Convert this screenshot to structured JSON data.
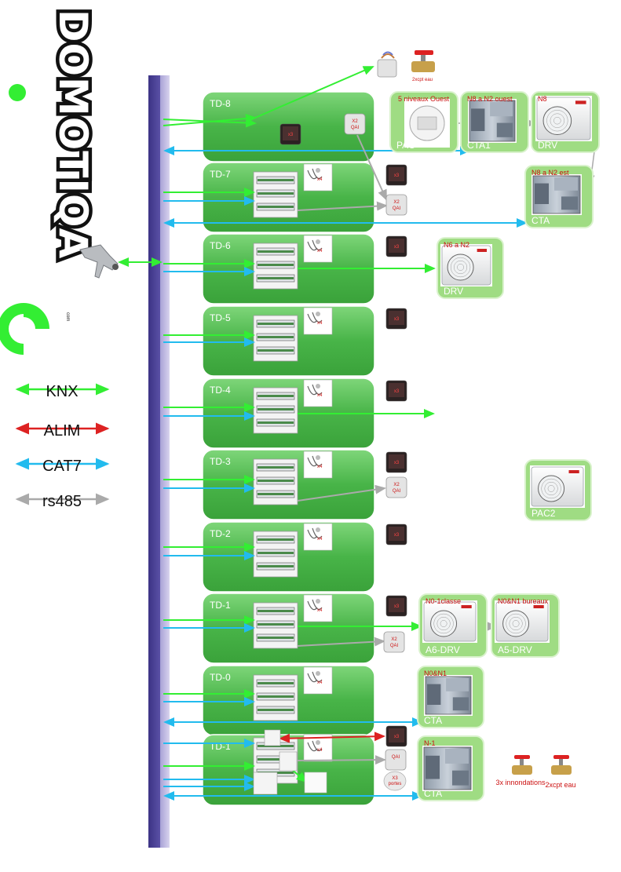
{
  "logo": {
    "text": "DOMOTIQA",
    "small": "com"
  },
  "legend": [
    {
      "label": "KNX",
      "color": "#33ee33"
    },
    {
      "label": "ALIM",
      "color": "#dd2222"
    },
    {
      "label": "CAT7",
      "color": "#22bbee"
    },
    {
      "label": "rs485",
      "color": "#aaaaaa"
    }
  ],
  "colors": {
    "knx": "#33ee33",
    "alim": "#dd2222",
    "cat7": "#22bbee",
    "rs485": "#aaaaaa",
    "backbone": "#4b3f95",
    "panel_green": "#44b044",
    "light_green": "#a8e08a"
  },
  "floors": [
    "TD-8",
    "TD-7",
    "TD-6",
    "TD-5",
    "TD-4",
    "TD-3",
    "TD-2",
    "TD-1",
    "TD-0",
    "TD-1"
  ],
  "badges": {
    "x4": "x4",
    "x2_qai": [
      "X2",
      "QAI"
    ],
    "x3": "x3",
    "qai": "QAI",
    "x3_portes": [
      "X3",
      "portes"
    ],
    "compteur_eau": "2xcpt eau",
    "innondations": "3x innondations"
  },
  "units": {
    "pac_top": {
      "title": "5 niveaux Ouest",
      "label": "PAC"
    },
    "cta1": {
      "title": "N8 a N2 ouest",
      "label": "CTA1"
    },
    "drv_n8": {
      "title": "N8",
      "label": "DRV"
    },
    "cta_est": {
      "title": "N8 a N2 est",
      "label": "CTA"
    },
    "drv_n6": {
      "title": "N6 a N2",
      "label": "DRV"
    },
    "pac2": {
      "title": "",
      "label": "PAC2"
    },
    "a6_drv": {
      "title": "N0-1classe",
      "label": "A6-DRV"
    },
    "a5_drv": {
      "title": "N0&N1 bureaux",
      "label": "A5-DRV"
    },
    "cta_n0": {
      "title": "N0&N1",
      "label": "CTA"
    },
    "cta_n1": {
      "title": "N-1",
      "label": "CTA"
    }
  }
}
